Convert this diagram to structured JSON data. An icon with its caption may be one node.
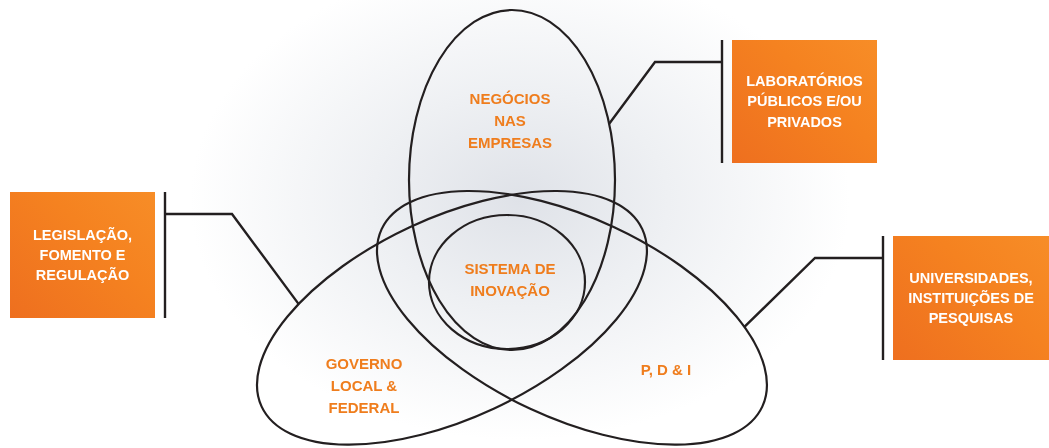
{
  "diagram": {
    "nodes": [
      {
        "text": [
          "NEGÓCIOS NAS EMPRESAS"
        ]
      },
      {
        "text": [
          "GOVERNO LOCAL & FEDERAL"
        ]
      },
      {
        "text": [
          "P, D & I"
        ]
      },
      {
        "text": [
          "SISTEMA DE INOVAÇÃO"
        ]
      },
      {
        "text": [
          "LABORATÓRIOS PÚBLICOS E/OU PRIVADOS"
        ]
      },
      {
        "text": [
          "LEGISLAÇÃO, FOMENTO E REGULAÇÃO"
        ]
      },
      {
        "text": [
          "UNIVERSIDADES, INSTITUIÇÕES DE PESQUISAS"
        ]
      }
    ],
    "edges": [
      {
        "from": 4,
        "to": 0,
        "arrow": "other"
      },
      {
        "from": 5,
        "to": 1,
        "arrow": "other"
      },
      {
        "from": 6,
        "to": 2,
        "arrow": "other"
      }
    ]
  }
}
